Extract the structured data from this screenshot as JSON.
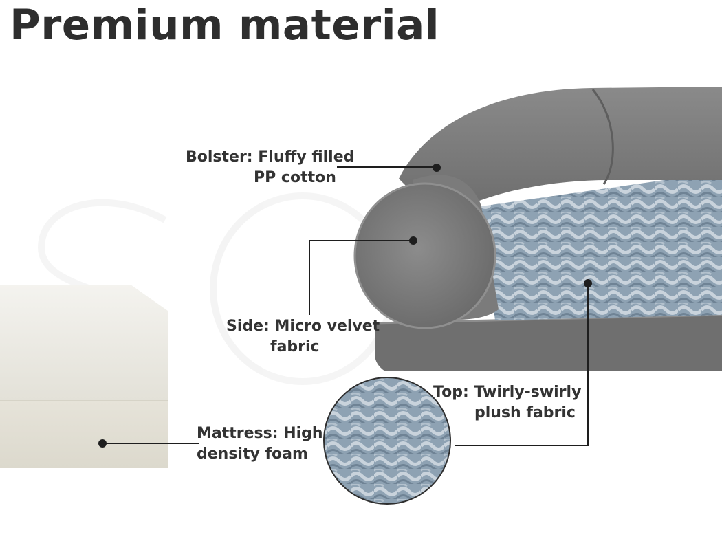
{
  "title": "Premium material",
  "callouts": {
    "bolster": {
      "line1": "Bolster: Fluffy filled",
      "line2": "PP cotton"
    },
    "side": {
      "line1": "Side: Micro velvet",
      "line2": "fabric"
    },
    "top": {
      "line1": "Top: Twirly-swirly",
      "line2": "plush fabric"
    },
    "mattress": {
      "line1": "Mattress: High",
      "line2": "density foam"
    }
  },
  "colors": {
    "text": "#2e2e2e",
    "leader_line": "#1e1e1e",
    "velvet_grey": "#7a7a7a",
    "plush_blue": "#8fa3b4",
    "foam": "#eeece6"
  }
}
